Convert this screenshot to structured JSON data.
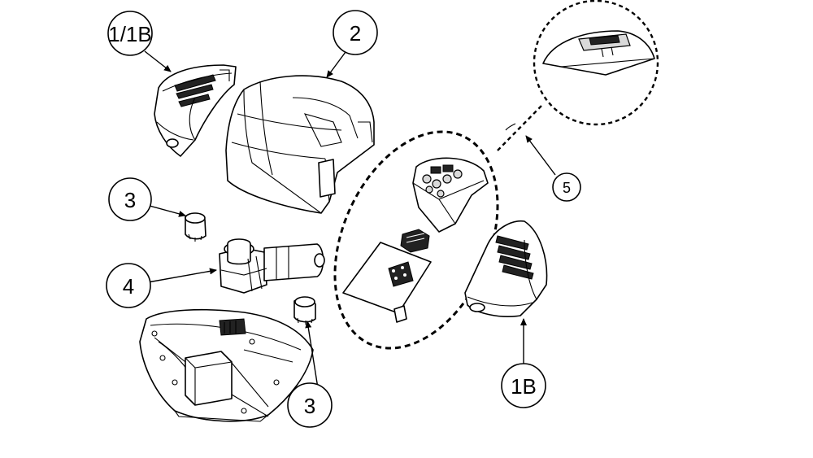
{
  "callouts": {
    "c_1_1b": "1/1B",
    "c_2": "2",
    "c_3_top": "3",
    "c_4": "4",
    "c_3_bottom": "3",
    "c_1b": "1B",
    "c_5": "5"
  },
  "colors": {
    "line": "#000000",
    "background": "#ffffff",
    "shade": "#d9d9d9",
    "dark": "#222222"
  }
}
